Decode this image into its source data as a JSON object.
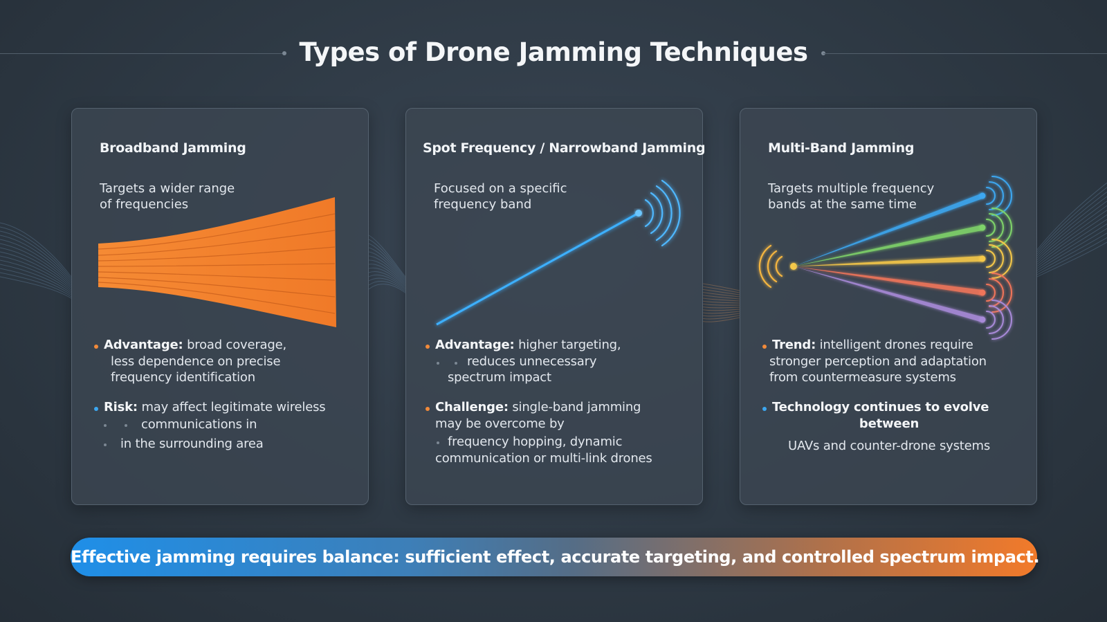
{
  "title": "Types of Drone Jamming Techniques",
  "colors": {
    "orange": "#f28a3a",
    "blue": "#3ca7f0",
    "green": "#7fd36a",
    "yellow": "#f5c84a",
    "red": "#f0745a",
    "purple": "#a88ad8"
  },
  "cards": [
    {
      "title": "Broadband Jamming",
      "desc": [
        "Targets a wider range",
        "of frequencies"
      ],
      "points": [
        {
          "label": "Advantage:",
          "lines": [
            " broad coverage,",
            "less dependence on precise",
            "frequency identification"
          ]
        },
        {
          "label": "Risk:",
          "lines": [
            " may affect legitimate wireless",
            "communications in",
            "in the surrounding area"
          ]
        }
      ]
    },
    {
      "title": "Spot Frequency / Narrowband Jamming",
      "desc": [
        "Focused on a specific",
        "frequency band"
      ],
      "points": [
        {
          "label": "Advantage:",
          "lines": [
            " higher targeting,",
            "reduces unnecessary",
            "spectrum impact"
          ]
        },
        {
          "label": "Challenge:",
          "lines": [
            " single-band jamming",
            "may be overcome by",
            "frequency hopping, dynamic",
            "communication or multi-link drones"
          ]
        }
      ]
    },
    {
      "title": "Multi-Band Jamming",
      "desc": [
        "Targets multiple frequency",
        "bands at the same time"
      ],
      "points": [
        {
          "label": "Trend:",
          "lines": [
            " intelligent drones require",
            "stronger perception and adaptation",
            "from countermeasure systems"
          ]
        },
        {
          "label": "Technology continues to evolve",
          "lines": [
            "between",
            "UAVs and counter-drone systems"
          ]
        }
      ]
    }
  ],
  "banner": "Effective jamming requires balance: sufficient effect, accurate targeting, and controlled spectrum impact."
}
